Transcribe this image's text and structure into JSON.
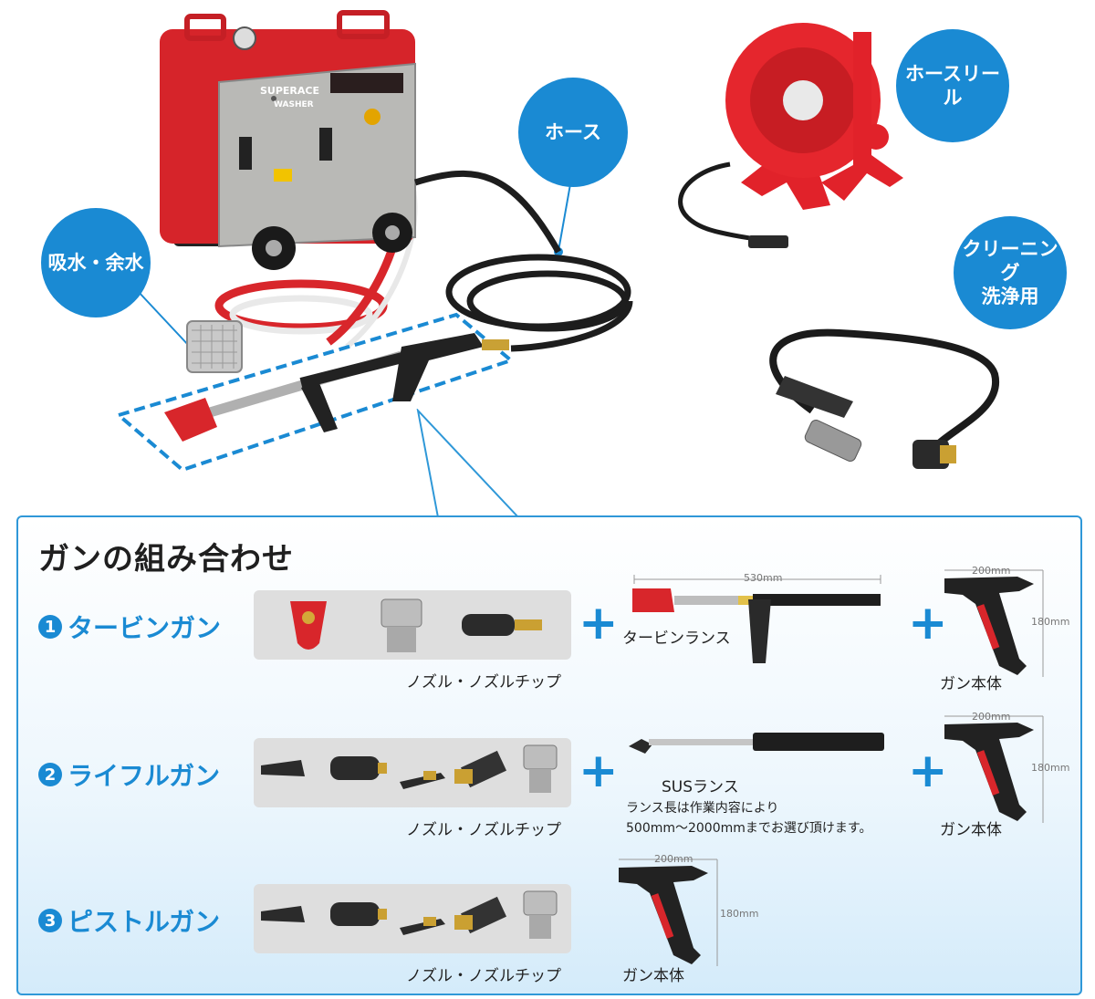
{
  "callouts": {
    "hose": "ホース",
    "hose_reel": "ホースリール",
    "intake": "吸水・余水",
    "cleaning": "クリーニング\n洗浄用"
  },
  "machine": {
    "brand_line1": "SUPERACE",
    "brand_line2": "WASHER"
  },
  "panel": {
    "title": "ガンの組み合わせ",
    "rows": [
      {
        "num": "1",
        "name": "タービンガン",
        "nozzle_caption": "ノズル・ノズルチップ",
        "lance_label": "タービンランス",
        "lance_dim": "530mm",
        "gun_label": "ガン本体",
        "gun_w": "200mm",
        "gun_h": "180mm"
      },
      {
        "num": "2",
        "name": "ライフルガン",
        "nozzle_caption": "ノズル・ノズルチップ",
        "lance_label": "SUSランス",
        "lance_note1": "ランス長は作業内容により",
        "lance_note2": "500mm～2000mmまでお選び頂けます。",
        "gun_label": "ガン本体",
        "gun_w": "200mm",
        "gun_h": "180mm"
      },
      {
        "num": "3",
        "name": "ピストルガン",
        "nozzle_caption": "ノズル・ノズルチップ",
        "gun_label": "ガン本体",
        "gun_w": "200mm",
        "gun_h": "180mm"
      }
    ],
    "plus": "+"
  }
}
